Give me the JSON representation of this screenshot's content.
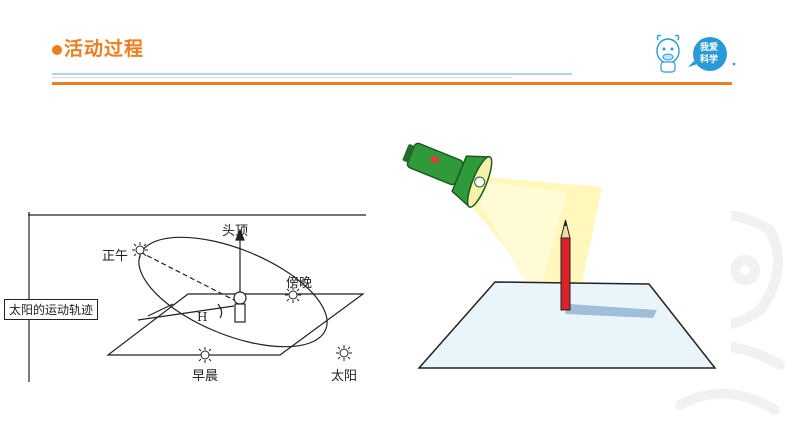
{
  "header": {
    "title": "活动过程",
    "accent_color": "#ee7d22",
    "logo_text_line1": "我爱",
    "logo_text_line2": "科学"
  },
  "sun_diagram": {
    "label_zenith": "头顶",
    "label_noon": "正午",
    "label_evening": "傍晚",
    "label_morning": "早晨",
    "label_sun": "太阳",
    "label_h": "H",
    "label_track": "太阳的运动轨迹"
  },
  "flashlight_diagram": {
    "light_color": "#fff6b0",
    "flashlight_color": "#2f9a3a",
    "pencil_color": "#d8232a",
    "paper_color": "#eaf4fb"
  }
}
